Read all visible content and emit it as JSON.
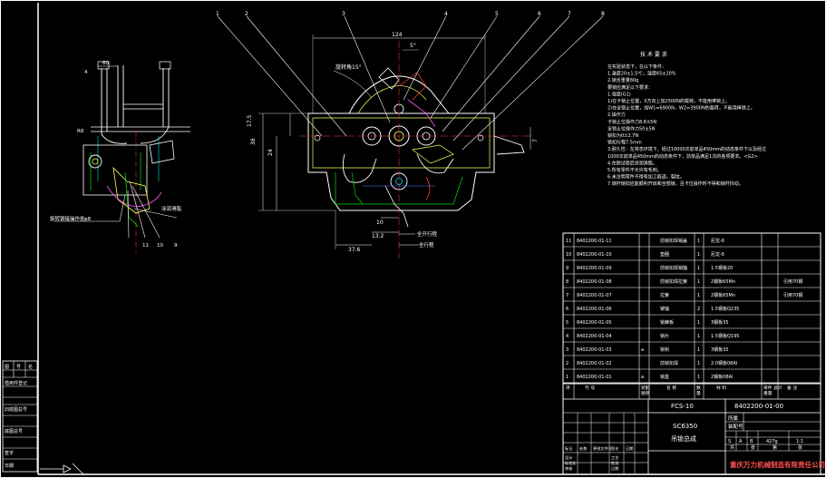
{
  "balloons": [
    "1",
    "2",
    "3",
    "4",
    "5",
    "6",
    "7",
    "8"
  ],
  "left_view": {
    "callouts": [
      "11",
      "10",
      "9"
    ],
    "dims": [
      "60",
      "4",
      "R8"
    ],
    "label_left": "旋转铆接操作处",
    "label_left_dim": "φ8",
    "label_right": "涂润滑脂"
  },
  "main_view": {
    "dims": {
      "top_width": "124",
      "angle_small": "5°",
      "angle_rot": "旋转角15°",
      "left_h1": "17.5",
      "left_h2": "24",
      "left_h3": "38",
      "bottom_w": "37.6",
      "d10": "10",
      "d13": "13.2",
      "right_7": "7"
    },
    "notes": [
      "全开行程",
      "全行程"
    ]
  },
  "tech_req": {
    "title": "技 术 要 求",
    "lines": [
      "在实验状态下，在以下条件：",
      "1.温度20±1.5℃，湿度65±20%",
      "2.锁舌重量80g",
      "要锁应满足以下要求：",
      "1.强度(G1)",
      "1)在卡锁止位置，X方向上加2500N的载荷，不能用棒锁上。",
      "2)在全锁止位置，加W1=6900N，W2=3900N的载荷，不能用棒锁上。",
      "2.操作力",
      "卡锁止位操作力8.8±5N",
      "全锁止位操作力50±5N",
      "锁扣为0±2.7N",
      "锁扣行程7.5mm",
      "3.耐久性：在常态环境下，经过10000次前单品450mm的动态条件下以及经过",
      "1000次前单品450mm的动态条件下，前单品满足1次的各项要求。<G2>",
      "4.在耐试验后涂润滑脂。",
      "5.所有零件不允许有毛刺。",
      "6.未注明零件不得有加工痕迹，裂纹。",
      "7.锁杆锁扣应能顺利开启和全部锁，且卡位操作时不得和锁杆抖动。"
    ]
  },
  "bom": {
    "rows": [
      {
        "no": "11",
        "code": "8402200-01-11",
        "mark": "",
        "name": "前锁扣焊销盖",
        "qty": "1",
        "material": "尼龙-6",
        "weight": "",
        "note": ""
      },
      {
        "no": "10",
        "code": "8402200-01-10",
        "mark": "",
        "name": "垫圈",
        "qty": "1",
        "material": "尼龙-6",
        "weight": "",
        "note": ""
      },
      {
        "no": "9",
        "code": "8402200-01-09",
        "mark": "",
        "name": "前锁扣焊销轴",
        "qty": "1",
        "material": "1.5钢板20",
        "weight": "",
        "note": ""
      },
      {
        "no": "8",
        "code": "8402200-01-08",
        "mark": "",
        "name": "前锁扣焊拉簧",
        "qty": "1",
        "material": "2钢板65Mn",
        "weight": "",
        "note": "引用70钢"
      },
      {
        "no": "7",
        "code": "8402200-01-07",
        "mark": "",
        "name": "拉簧",
        "qty": "1",
        "material": "2钢板65Mn",
        "weight": "",
        "note": "引用70钢"
      },
      {
        "no": "6",
        "code": "8402200-01-06",
        "mark": "",
        "name": "铆轴",
        "qty": "2",
        "material": "1.5钢板Q235",
        "weight": "",
        "note": ""
      },
      {
        "no": "5",
        "code": "8402200-01-05",
        "mark": "",
        "name": "锁棘板",
        "qty": "1",
        "material": "3钢板35",
        "weight": "",
        "note": ""
      },
      {
        "no": "4",
        "code": "8402200-01-04",
        "mark": "",
        "name": "锁片",
        "qty": "1",
        "material": "1.5钢板Q195",
        "weight": "",
        "note": ""
      },
      {
        "no": "3",
        "code": "8402200-01-03",
        "mark": "a",
        "name": "锁钩",
        "qty": "1",
        "material": "3钢板35",
        "weight": "",
        "note": ""
      },
      {
        "no": "2",
        "code": "8402200-01-02",
        "mark": "",
        "name": "前锁扣焊",
        "qty": "1",
        "material": "2.0钢板08Al",
        "weight": "",
        "note": ""
      },
      {
        "no": "1",
        "code": "8402200-01-01",
        "mark": "a",
        "name": "锁盒",
        "qty": "1",
        "material": "2钢板08Al",
        "weight": "",
        "note": ""
      }
    ],
    "header": {
      "no": "序",
      "code": "代  号",
      "mark": "装配\n顺序",
      "name": "名  称",
      "qty": "数\n量",
      "material": "材  料",
      "weight": "单件 总计\n重量",
      "note": "备  注"
    }
  },
  "title_block": {
    "model": "FCS-10",
    "drawing_no": "8402200-01-00",
    "subtitle": "SC6350",
    "part_name": "吊锁总成",
    "right_labels": [
      "所属",
      "装配号"
    ],
    "stage_labels": [
      "S",
      "A",
      "B"
    ],
    "weight": "427g",
    "scale": "1:1",
    "sheet_labels": [
      "共",
      "张",
      "第",
      "张"
    ],
    "company": "重庆万力机械制造有限责任公司",
    "left_labels": [
      "标记",
      "处数",
      "更改文件号",
      "签名",
      "日期"
    ],
    "sign_labels": [
      "设计",
      "标准化",
      "审核",
      "工艺",
      "批准",
      "日期"
    ]
  },
  "side_stamp": {
    "labels": [
      "借用件登记",
      "旧底图总号",
      "底图总号",
      "签字",
      "日期"
    ],
    "small": [
      "图",
      "号",
      "名"
    ]
  }
}
